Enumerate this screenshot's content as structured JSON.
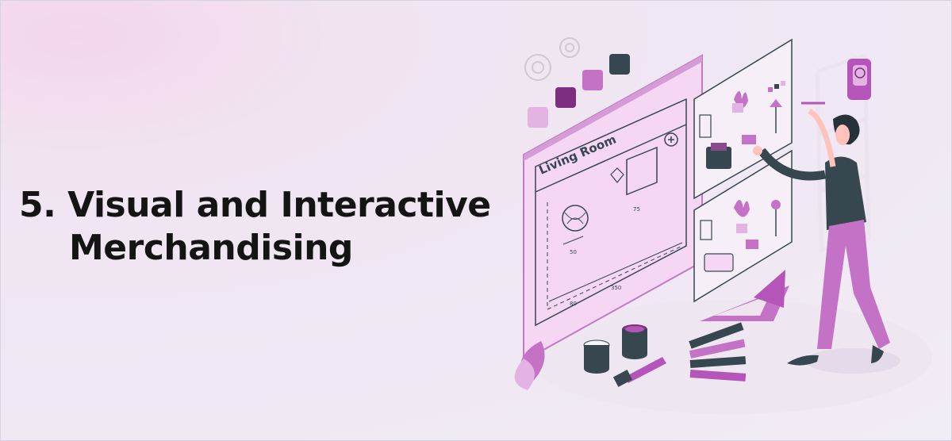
{
  "heading": {
    "number": "5.",
    "line1": "Visual and Interactive",
    "line2": "Merchandising"
  },
  "illustration": {
    "board_title": "Living Room",
    "dimensions": [
      "50",
      "75",
      "80",
      "350"
    ],
    "icons": [
      "gear-icon",
      "lightbulb-icon",
      "plus-icon"
    ],
    "colors": {
      "accent": "#b655b9",
      "accent_light": "#e3b4e3",
      "dark": "#37474f",
      "outline": "#263238",
      "background": "#efe7f3"
    }
  }
}
